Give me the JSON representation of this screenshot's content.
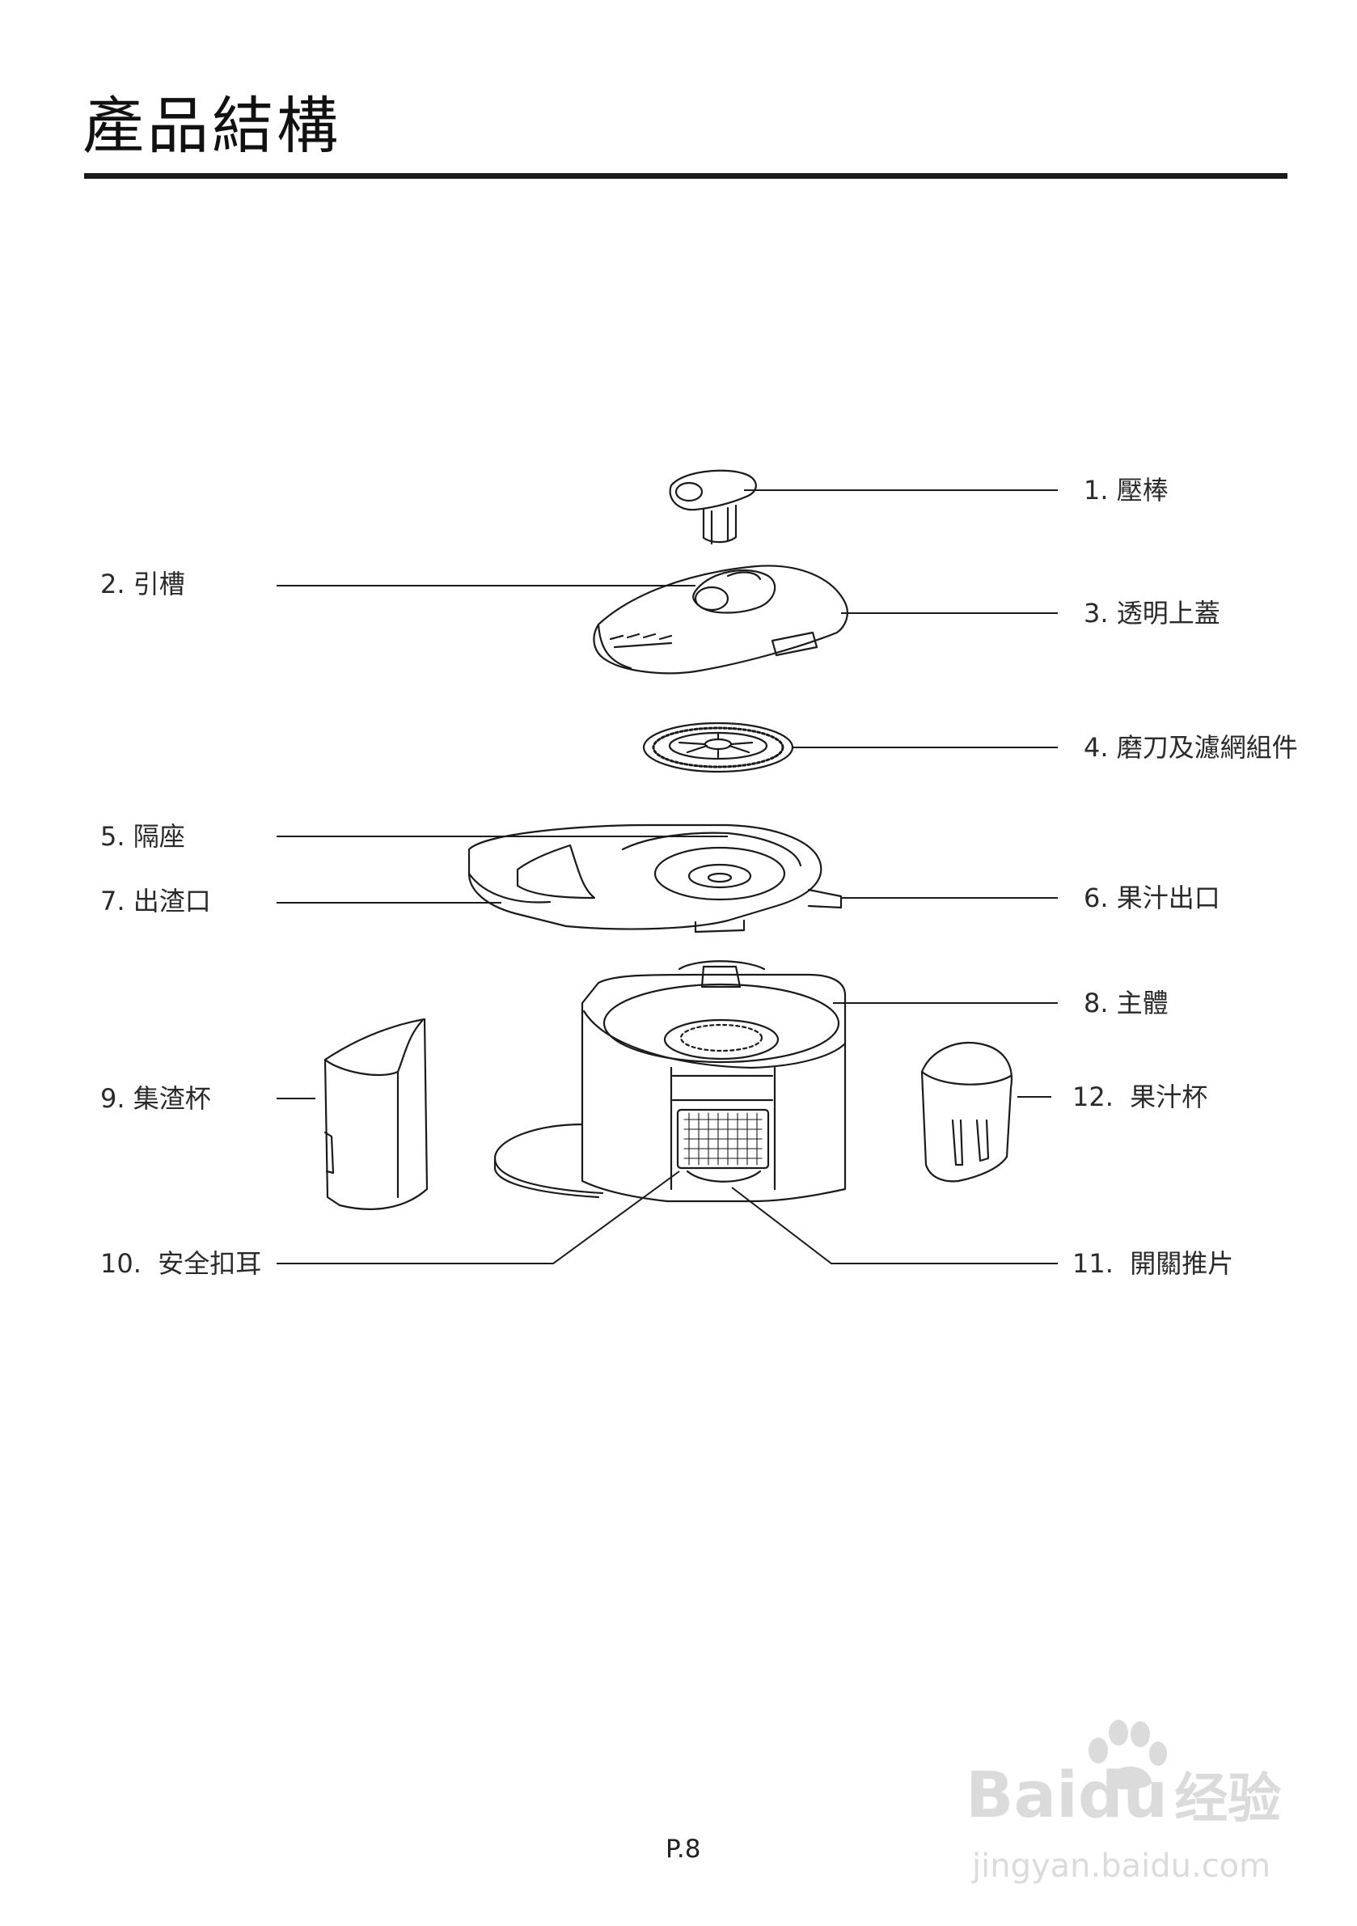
{
  "page": {
    "title": "產品結構",
    "page_number": "P.8"
  },
  "parts": [
    {
      "number": "1.",
      "name": "壓棒"
    },
    {
      "number": "2.",
      "name": "引槽"
    },
    {
      "number": "3.",
      "name": "透明上蓋"
    },
    {
      "number": "4.",
      "name": "磨刀及濾網組件"
    },
    {
      "number": "5.",
      "name": "隔座"
    },
    {
      "number": "6.",
      "name": "果汁出口"
    },
    {
      "number": "7.",
      "name": "出渣口"
    },
    {
      "number": "8.",
      "name": "主體"
    },
    {
      "number": "9.",
      "name": "集渣杯"
    },
    {
      "number": "10.",
      "name": "安全扣耳"
    },
    {
      "number": "11.",
      "name": "開關推片"
    },
    {
      "number": "12.",
      "name": "果汁杯"
    }
  ],
  "watermark": {
    "logo_latin": "Baidu",
    "logo_cn": "经验",
    "url": "jingyan.baidu.com"
  }
}
